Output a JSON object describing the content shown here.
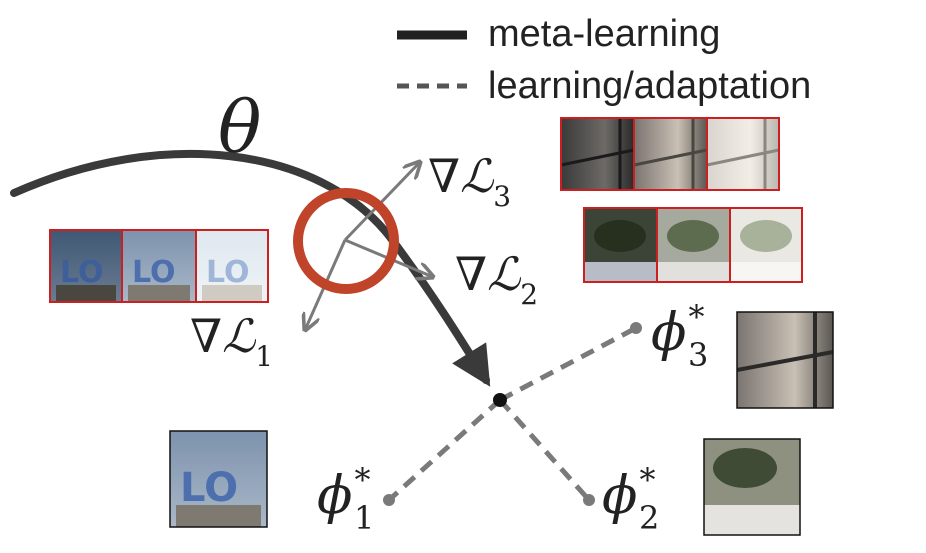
{
  "legend": {
    "meta_learning": "meta-learning",
    "adaptation": "learning/adaptation"
  },
  "theta_label": "θ",
  "gradients": [
    {
      "op": "∇",
      "sym": "ℒ",
      "sub": "3"
    },
    {
      "op": "∇",
      "sym": "ℒ",
      "sub": "2"
    },
    {
      "op": "∇",
      "sym": "ℒ",
      "sub": "1"
    }
  ],
  "task_params": [
    {
      "base": "ϕ",
      "sub": "3",
      "sup": "*"
    },
    {
      "base": "ϕ",
      "sub": "1",
      "sup": "*"
    },
    {
      "base": "ϕ",
      "sub": "2",
      "sup": "*"
    }
  ],
  "colors": {
    "meta_path": "#3a3a3a",
    "adapt_path": "#7a7a7a",
    "gradient_arrows": "#7a7a7a",
    "highlight_circle": "#c0442a",
    "thumbnail_border": "#cc1f1f"
  }
}
